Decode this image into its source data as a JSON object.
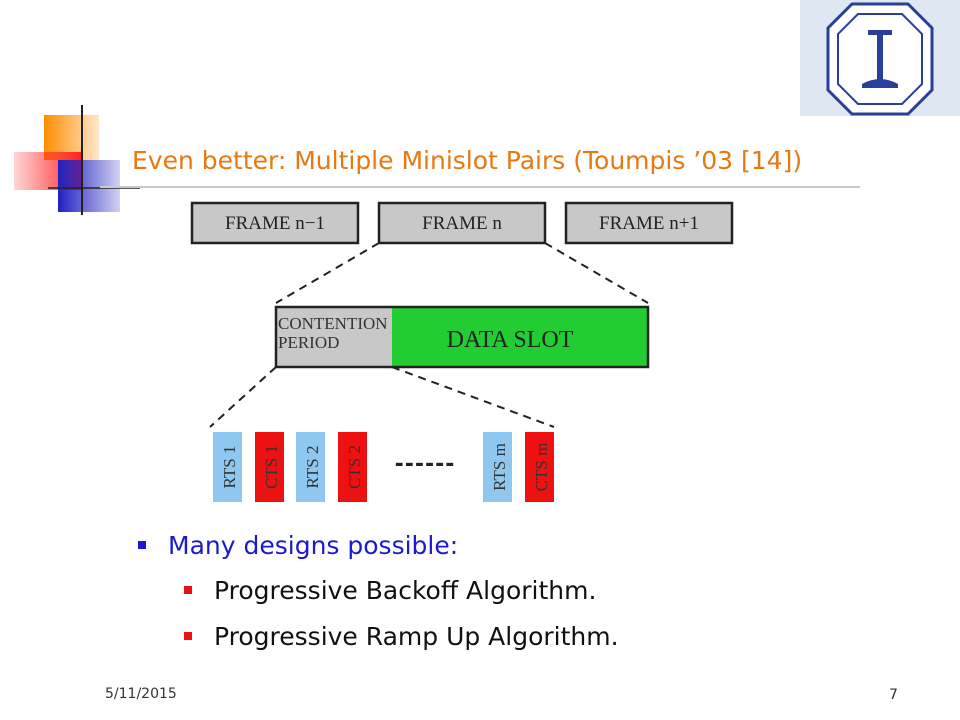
{
  "slide": {
    "title": "Even better: Multiple Minislot Pairs (Toumpis ’03 [14])",
    "bullets": [
      {
        "text": "Many designs possible:",
        "sub": [
          "Progressive Backoff Algorithm.",
          "Progressive Ramp Up Algorithm."
        ]
      }
    ],
    "footer": {
      "date": "5/11/2015",
      "page": "7"
    }
  },
  "diagram": {
    "frames": [
      "FRAME n−1",
      "FRAME n",
      "FRAME n+1"
    ],
    "contention_label": [
      "CONTENTION",
      "PERIOD"
    ],
    "data_slot_label": "DATA SLOT",
    "minislots": [
      "RTS 1",
      "CTS 1",
      "RTS 2",
      "CTS 2",
      "RTS m",
      "CTS m"
    ],
    "ellipsis": "------"
  },
  "colors": {
    "title": "#e87810",
    "bullet_lvl1": "#1a1ad0",
    "bullet_square_lvl1": "#1a1ad0",
    "bullet_square_lvl2": "#e81010",
    "frame_fill": "#c8c8c8",
    "data_slot": "#22cc33",
    "rts": "#8ec8f0",
    "cts": "#ee1111"
  },
  "logo": {
    "icon": "university-seal-icon"
  }
}
